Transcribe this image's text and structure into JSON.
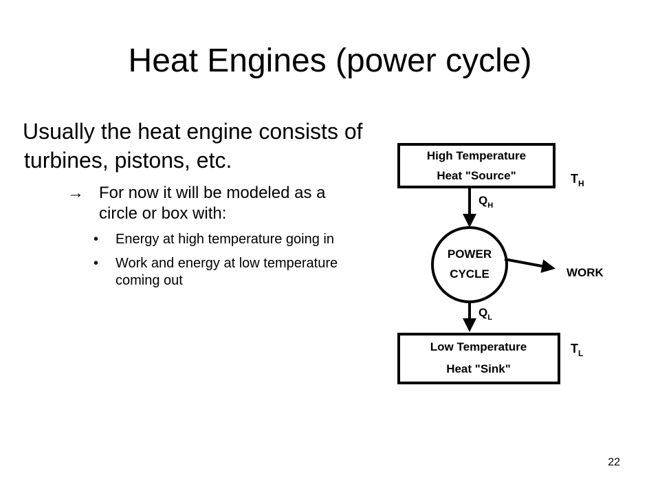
{
  "slide": {
    "title": "Heat Engines (power cycle)",
    "main_point": "Usually the heat engine consists of turbines, pistons, etc.",
    "sub_point": {
      "arrow": "→",
      "text": "For now it will be modeled as a circle or box with:"
    },
    "bullets": [
      {
        "marker": "•",
        "text": "Energy at high temperature going in"
      },
      {
        "marker": "•",
        "text": "Work and energy at low temperature coming out"
      }
    ],
    "page_number": "22"
  },
  "diagram": {
    "source_box": {
      "line1": "High  Temperature",
      "line2": "Heat  \"Source\""
    },
    "sink_box": {
      "line1": "Low  Temperature",
      "line2": "Heat  \"Sink\""
    },
    "cycle": {
      "line1": "POWER",
      "line2": "CYCLE"
    },
    "labels": {
      "th": "T",
      "th_sub": "H",
      "tl": "T",
      "tl_sub": "L",
      "qh": "Q",
      "qh_sub": "H",
      "ql": "Q",
      "ql_sub": "L",
      "work": "WORK"
    }
  }
}
